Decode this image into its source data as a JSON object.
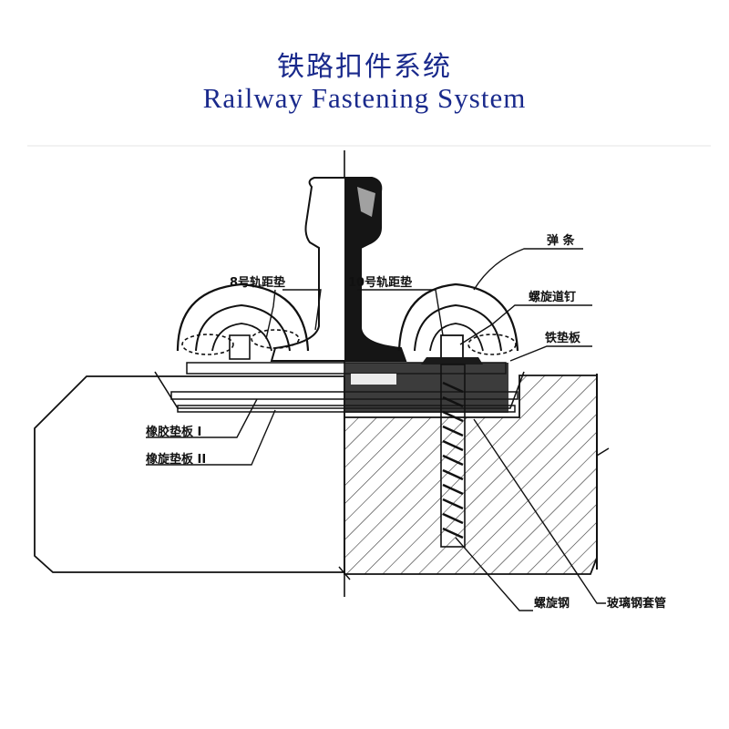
{
  "header": {
    "title_cn": "铁路扣件系统",
    "title_en": "Railway Fastening System"
  },
  "labels": {
    "pad_8": "8号轨距垫",
    "pad_10": "10号轨距垫",
    "spring_clip": "弹 条",
    "screw_spike": "螺旋道钉",
    "base_plate": "铁垫板",
    "rubber_pad_1": "橡胶垫板 I",
    "rubber_pad_2": "橡旋垫板 II",
    "screw_anchor": "螺旋钢",
    "frp_sleeve": "玻璃钢套管"
  },
  "colors": {
    "title": "#1a2a8c",
    "line": "#111111"
  }
}
